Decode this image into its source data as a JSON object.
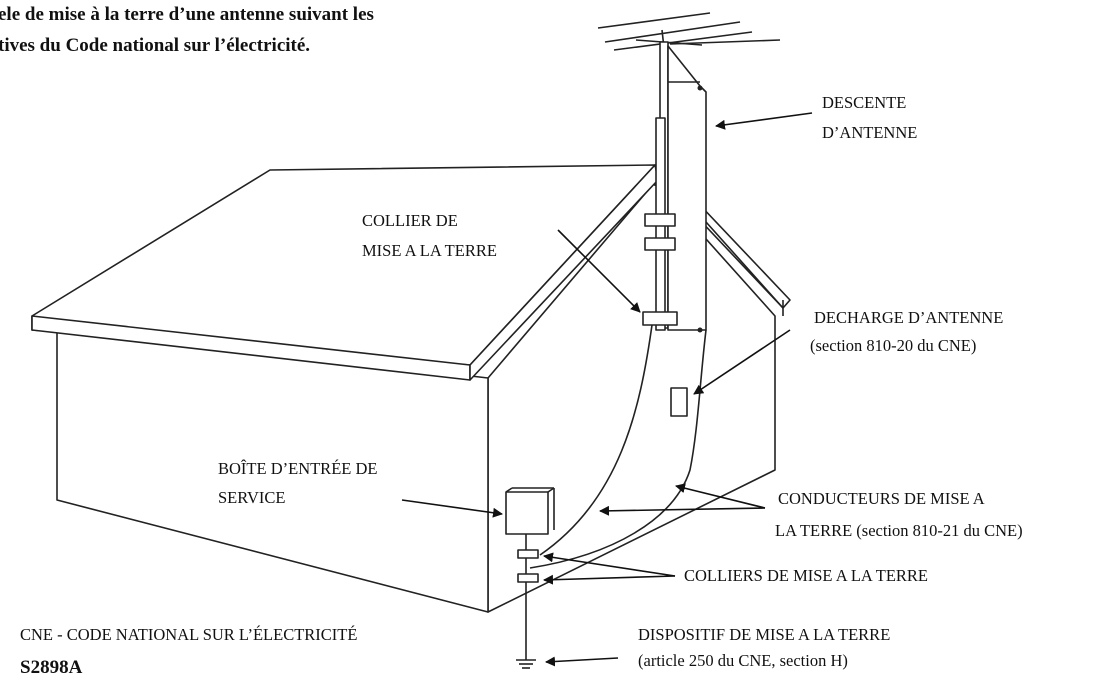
{
  "title": {
    "line1": "ele de mise à la terre d’une antenne suivant les",
    "line2": "tives du Code national sur l’électricité."
  },
  "labels": {
    "descente_1": "DESCENTE",
    "descente_2": "D’ANTENNE",
    "collier_1": "COLLIER DE",
    "collier_2": "MISE A LA TERRE",
    "decharge_1": "DECHARGE D’ANTENNE",
    "decharge_2": "(section 810-20 du CNE)",
    "boite_1": "BOÎTE D’ENTRÉE DE",
    "boite_2": "SERVICE",
    "conducteurs_1": "CONDUCTEURS DE MISE A",
    "conducteurs_2": "LA TERRE (section 810-21 du CNE)",
    "colliers": "COLLIERS DE MISE A LA TERRE",
    "dispositif_1": "DISPOSITIF DE MISE A LA TERRE",
    "dispositif_2": "(article 250 du CNE, section H)",
    "cne": "CNE - CODE NATIONAL SUR L’ÉLECTRICITÉ"
  },
  "figure_code": "S2898A",
  "colors": {
    "line": "#222222",
    "text": "#111111",
    "background": "#ffffff"
  }
}
